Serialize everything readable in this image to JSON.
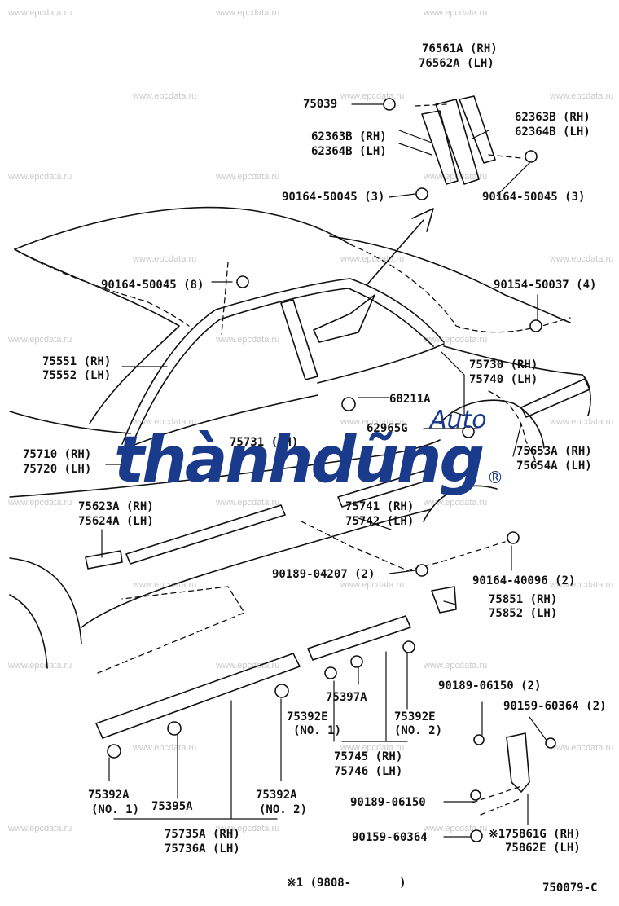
{
  "watermark_text": "www.epcdata.ru",
  "labels": {
    "p76561": "76561A (RH)",
    "p76562": "76562A (LH)",
    "p75039": "75039",
    "p62363b_r": "62363B (RH)",
    "p62364b_r": "62364B (LH)",
    "p62363b_l": "62363B (RH)",
    "p62364b_l": "62364B (LH)",
    "p90164_3a": "90164-50045 (3)",
    "p90164_3b": "90164-50045 (3)",
    "p90164_8": "90164-50045 (8)",
    "p90154": "90154-50037 (4)",
    "p75551": "75551 (RH)",
    "p75552": "75552 (LH)",
    "p75730": "75730 (RH)",
    "p75740": "75740 (LH)",
    "p68211": "68211A",
    "p62965": "62965G",
    "p75710": "75710 (RH)",
    "p75720": "75720 (LH)",
    "p75731": "75731 (RH)",
    "p75653": "75653A (RH)",
    "p75654": "75654A (LH)",
    "p75623": "75623A (RH)",
    "p75624": "75624A (LH)",
    "p75741": "75741 (RH)",
    "p75742": "75742 (LH)",
    "p90189_04207": "90189-04207 (2)",
    "p90164_40096": "90164-40096 (2)",
    "p75851": "75851 (RH)",
    "p75852": "75852 (LH)",
    "p75397": "75397A",
    "p90189_06150_2": "90189-06150 (2)",
    "p90159_60364_2": "90159-60364 (2)",
    "p75392e_1": "75392E",
    "p75392e_1n": "(NO. 1)",
    "p75392e_2": "75392E",
    "p75392e_2n": "(NO. 2)",
    "p75745": "75745 (RH)",
    "p75746": "75746 (LH)",
    "p75392a_1": "75392A",
    "p75392a_1n": "(NO. 1)",
    "p75395": "75395A",
    "p75392a_2": "75392A",
    "p75392a_2n": "(NO. 2)",
    "p90189_06150": "90189-06150",
    "p90159_60364": "90159-60364",
    "p75861": "※175861G (RH)",
    "p75862": "75862E (LH)",
    "p75735": "75735A (RH)",
    "p75736": "75736A (LH)"
  },
  "footnote": "※1 (9808-       )",
  "diagram_code": "750079-C",
  "logo": {
    "main": "thànhdũng",
    "sub": "Auto",
    "reg": "®"
  },
  "colors": {
    "logo": "#1a3a8c",
    "line": "#111111",
    "watermark": "#c9c9c9"
  }
}
